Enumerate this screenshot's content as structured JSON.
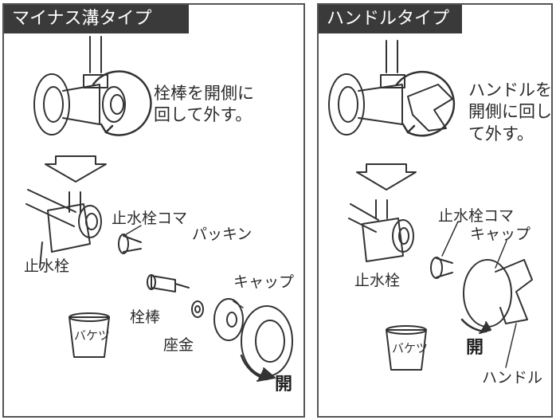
{
  "left": {
    "title": "マイナス溝タイプ",
    "instruction": [
      "栓棒を開側に",
      "回して外す。"
    ],
    "labels": {
      "koma": "止水栓コマ",
      "packing": "パッキン",
      "shisuisen": "止水栓",
      "cap": "キャップ",
      "senbo": "栓棒",
      "zagane": "座金",
      "bucket": "バケツ",
      "open": "開"
    }
  },
  "right": {
    "title": "ハンドルタイプ",
    "instruction": [
      "ハンドルを",
      "開側に回し",
      "て外す。"
    ],
    "labels": {
      "koma": "止水栓コマ",
      "cap": "キャップ",
      "shisuisen": "止水栓",
      "bucket": "バケツ",
      "open": "開",
      "handle": "ハンドル"
    }
  }
}
